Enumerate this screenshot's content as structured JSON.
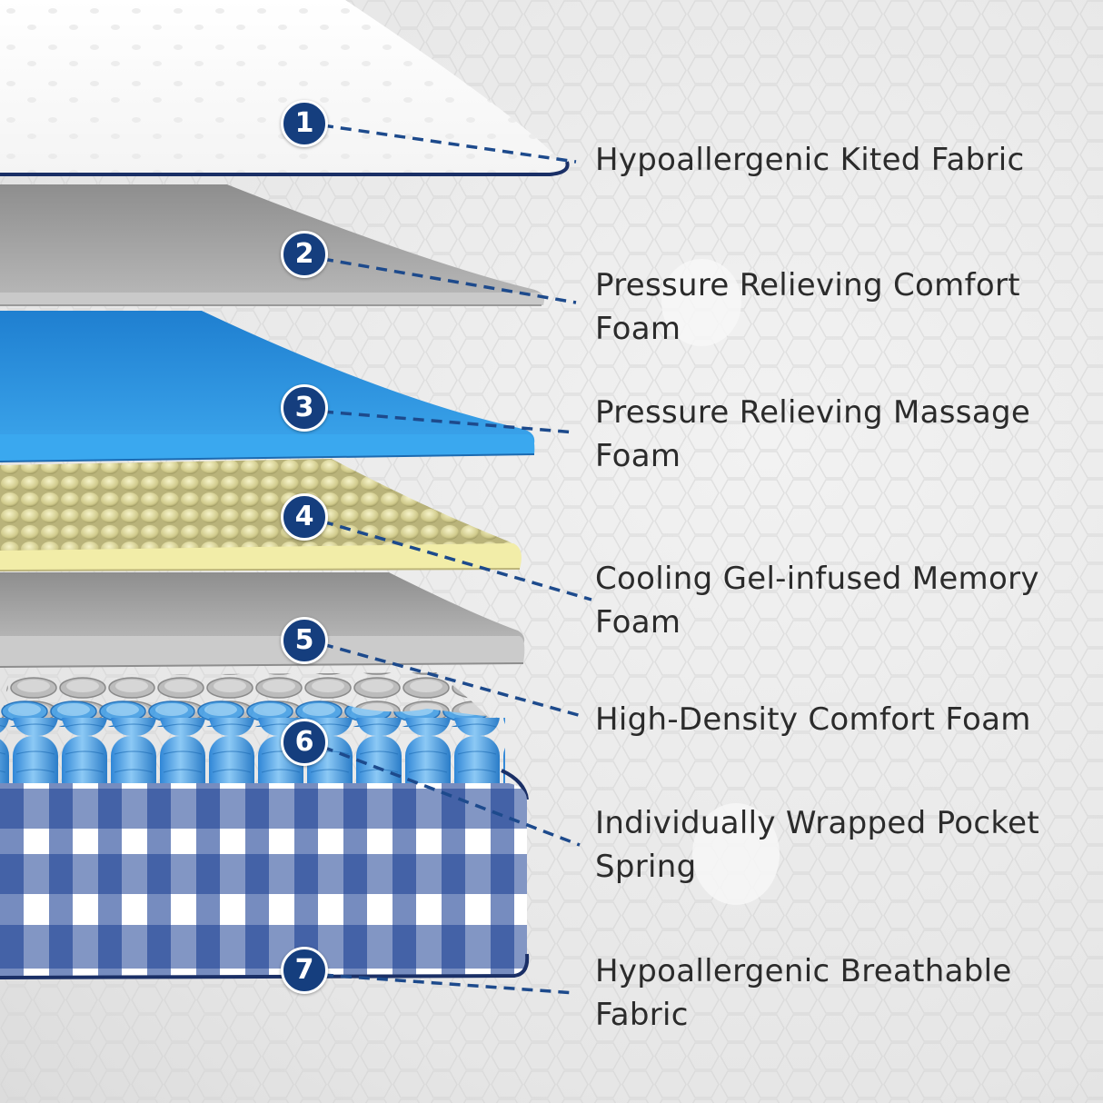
{
  "colors": {
    "badge": "#153e7e",
    "leader_line": "#1d4a8c",
    "text": "#2b2b2b",
    "blue_foam": "#2a93dd",
    "memory_foam": "#ece7a8",
    "check_blue": "#1b3f94"
  },
  "layers": [
    {
      "number": "1",
      "name": "Hypoallergenic Kited Fabric"
    },
    {
      "number": "2",
      "name": "Pressure Relieving Comfort Foam"
    },
    {
      "number": "3",
      "name": "Pressure Relieving Massage Foam"
    },
    {
      "number": "4",
      "name": "Cooling Gel-infused Memory Foam"
    },
    {
      "number": "5",
      "name": "High-Density Comfort Foam"
    },
    {
      "number": "6",
      "name": "Individually Wrapped Pocket Spring"
    },
    {
      "number": "7",
      "name": "Hypoallergenic Breathable Fabric"
    }
  ]
}
